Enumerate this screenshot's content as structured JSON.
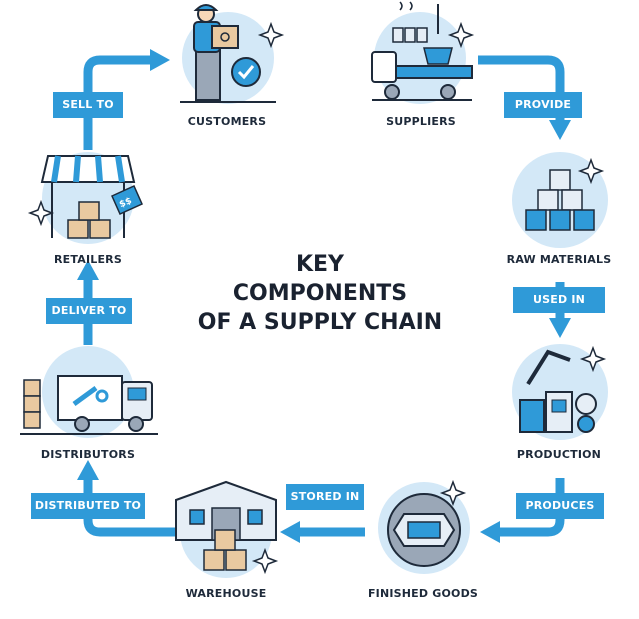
{
  "title": {
    "line1": "KEY",
    "line2": "COMPONENTS",
    "line3": "OF A SUPPLY CHAIN"
  },
  "nodes": {
    "customers": "CUSTOMERS",
    "suppliers": "SUPPLIERS",
    "raw_materials": "RAW MATERIALS",
    "production": "PRODUCTION",
    "finished_goods": "FINISHED GOODS",
    "warehouse": "WAREHOUSE",
    "distributors": "DISTRIBUTORS",
    "retailers": "RETAILERS"
  },
  "edges": {
    "sell_to": "SELL TO",
    "provide": "PROVIDE",
    "used_in": "USED IN",
    "produces": "PRODUCES",
    "stored_in": "STORED IN",
    "distributed_to": "DISTRIBUTED TO",
    "deliver_to": "DELIVER TO"
  },
  "retail_tag": "$$",
  "colors": {
    "accent": "#2f9ad8",
    "circle": "#d3e8f7",
    "outline": "#1e2a3a"
  }
}
